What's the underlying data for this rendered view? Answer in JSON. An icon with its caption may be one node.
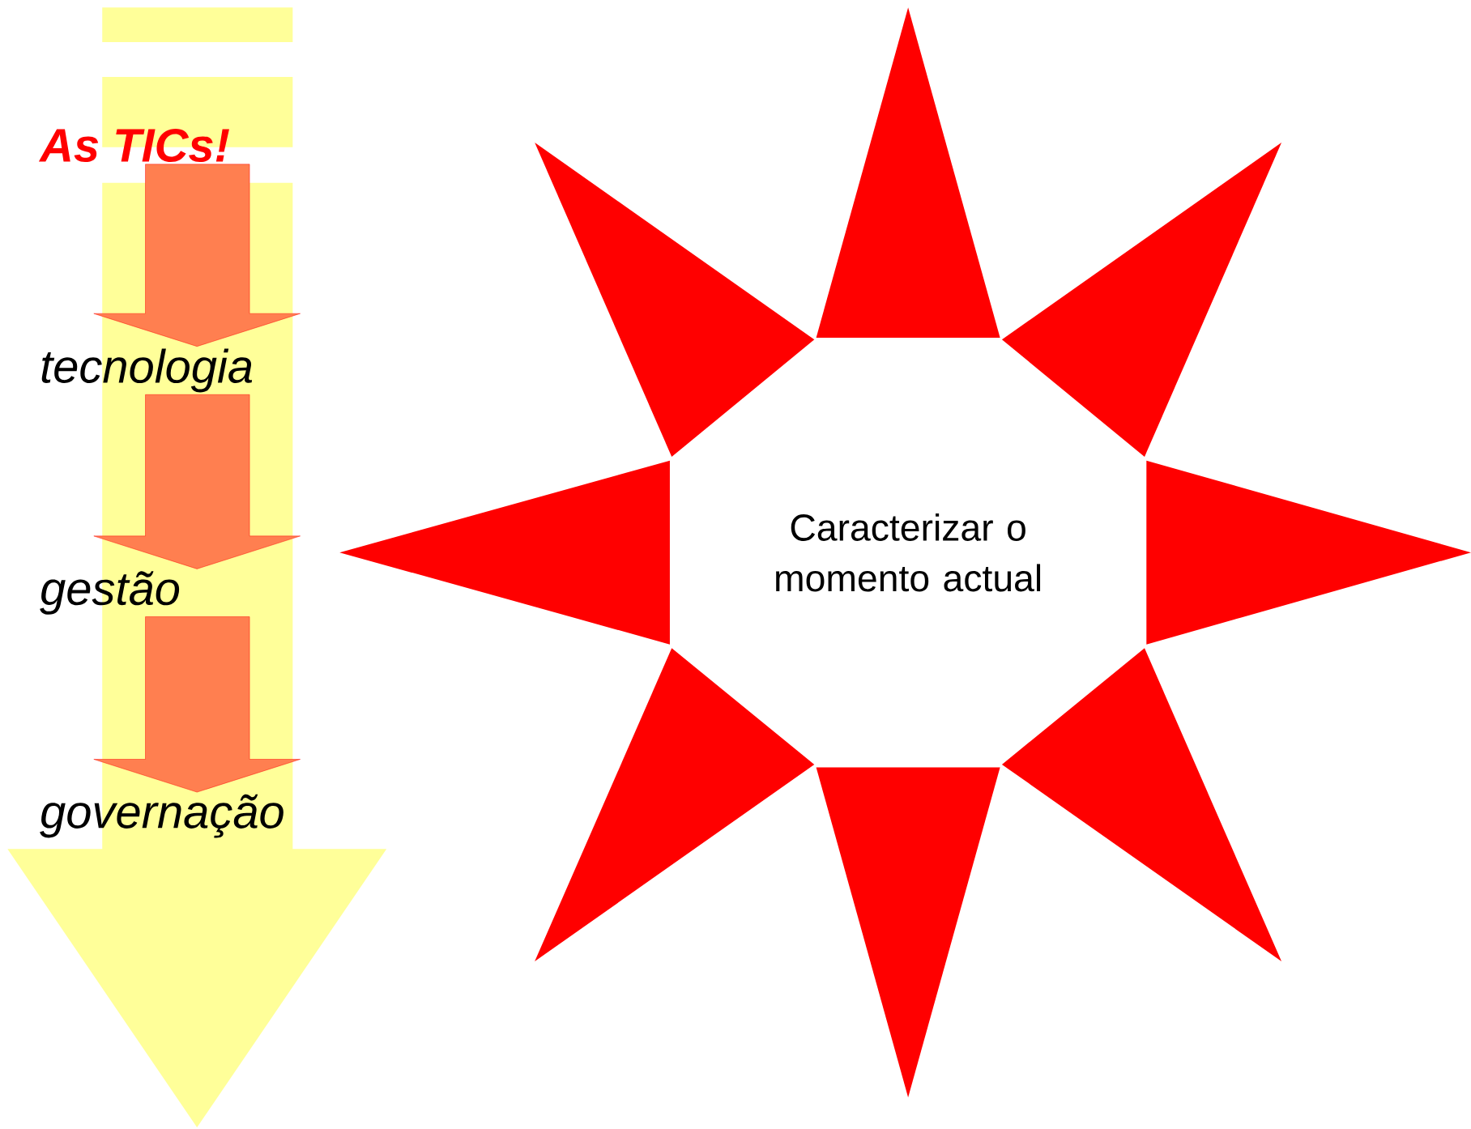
{
  "diagram": {
    "nodes": [
      {
        "text": [
          "As TICs!"
        ]
      },
      {
        "text": [
          "tecnologia"
        ]
      },
      {
        "text": [
          "gestão"
        ]
      },
      {
        "text": [
          "governação"
        ]
      },
      {
        "text": [
          "Caracterizar o momento actual"
        ]
      }
    ],
    "edges": [
      {
        "from": 0,
        "to": 1,
        "arrow": "to"
      },
      {
        "from": 1,
        "to": 2,
        "arrow": "to"
      },
      {
        "from": 2,
        "to": 3,
        "arrow": "to"
      }
    ]
  }
}
